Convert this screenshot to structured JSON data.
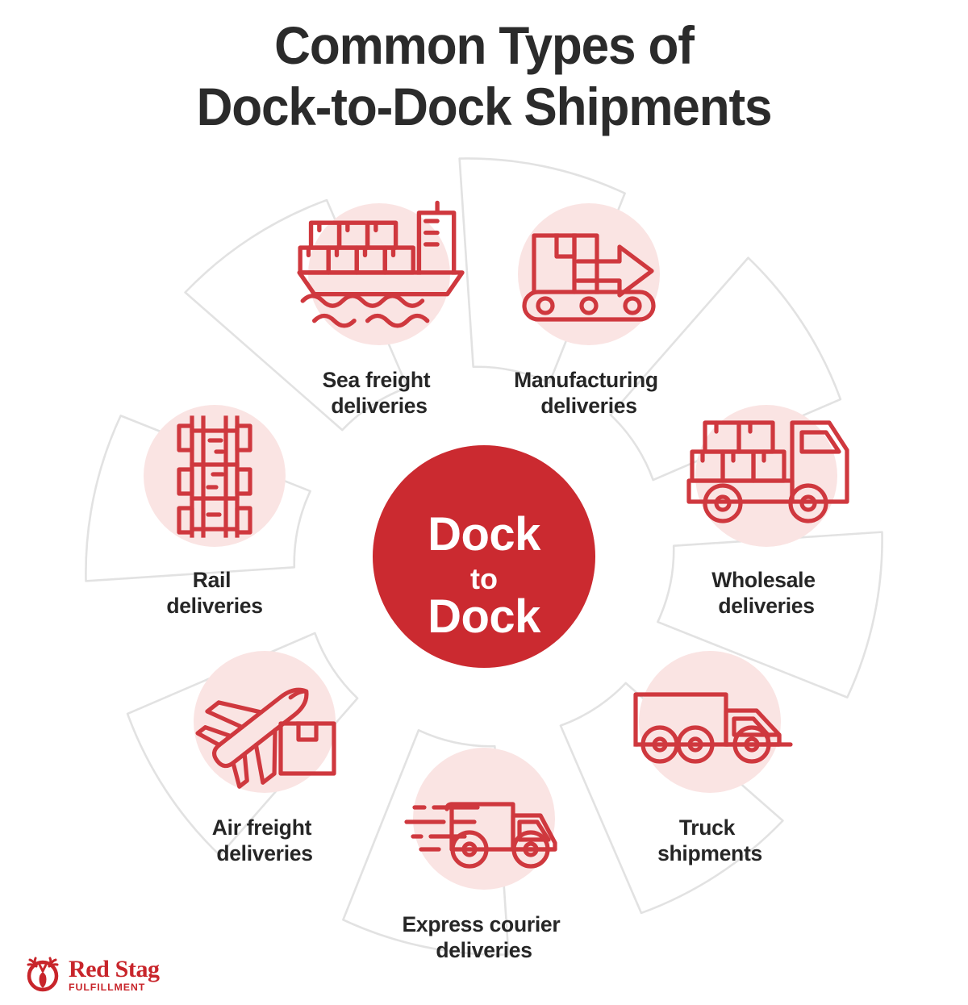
{
  "title": {
    "line1": "Common Types of",
    "line2": "Dock-to-Dock Shipments"
  },
  "hub": {
    "line1": "Dock",
    "line2": "to",
    "line3": "Dock"
  },
  "colors": {
    "background": "#ffffff",
    "hub_red": "#cb2a30",
    "icon_red": "#cf383e",
    "icon_disc_pink": "#fae4e3",
    "petal_outline": "#e2e2e2",
    "label_text": "#262626",
    "title_text": "#2b2b2b",
    "logo_red": "#c8252b"
  },
  "segments": [
    {
      "id": "sea-freight",
      "icon": "container-ship-icon",
      "label_line1": "Sea freight",
      "label_line2": "deliveries"
    },
    {
      "id": "manufacturing",
      "icon": "conveyor-box-arrow-icon",
      "label_line1": "Manufacturing",
      "label_line2": "deliveries"
    },
    {
      "id": "wholesale",
      "icon": "flatbed-truck-boxes-icon",
      "label_line1": "Wholesale",
      "label_line2": "deliveries"
    },
    {
      "id": "truck-shipments",
      "icon": "box-truck-icon",
      "label_line1": "Truck",
      "label_line2": "shipments"
    },
    {
      "id": "express-courier",
      "icon": "speeding-delivery-van-icon",
      "label_line1": "Express courier",
      "label_line2": "deliveries"
    },
    {
      "id": "air-freight",
      "icon": "airplane-parcel-icon",
      "label_line1": "Air freight",
      "label_line2": "deliveries"
    },
    {
      "id": "rail",
      "icon": "railroad-track-icon",
      "label_line1": "Rail",
      "label_line2": "deliveries"
    }
  ],
  "logo": {
    "name": "Red Stag",
    "subtitle": "FULFILLMENT",
    "mark": "stag-head-icon"
  }
}
